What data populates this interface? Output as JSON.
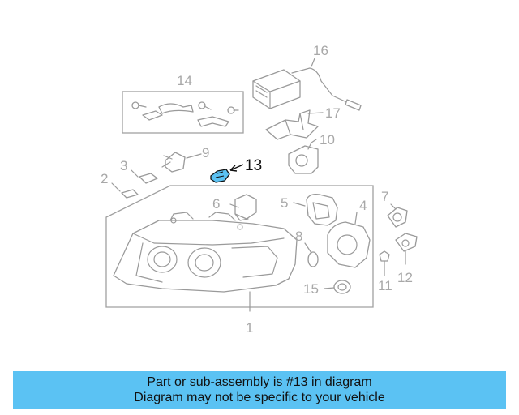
{
  "diagram": {
    "callouts": [
      {
        "id": "1",
        "text": "1"
      },
      {
        "id": "2",
        "text": "2"
      },
      {
        "id": "3",
        "text": "3"
      },
      {
        "id": "4",
        "text": "4"
      },
      {
        "id": "5",
        "text": "5"
      },
      {
        "id": "6",
        "text": "6"
      },
      {
        "id": "7",
        "text": "7"
      },
      {
        "id": "8",
        "text": "8"
      },
      {
        "id": "9",
        "text": "9"
      },
      {
        "id": "10",
        "text": "10"
      },
      {
        "id": "11",
        "text": "11"
      },
      {
        "id": "12",
        "text": "12"
      },
      {
        "id": "13",
        "text": "13"
      },
      {
        "id": "14",
        "text": "14"
      },
      {
        "id": "15",
        "text": "15"
      },
      {
        "id": "16",
        "text": "16"
      },
      {
        "id": "17",
        "text": "17"
      }
    ],
    "highlight_part": "13",
    "highlight_color": "#5bc2f3"
  },
  "banner": {
    "line1": "Part or sub-assembly is #13 in diagram",
    "line2": "Diagram may not be specific to your vehicle",
    "background": "#5bc2f3"
  }
}
